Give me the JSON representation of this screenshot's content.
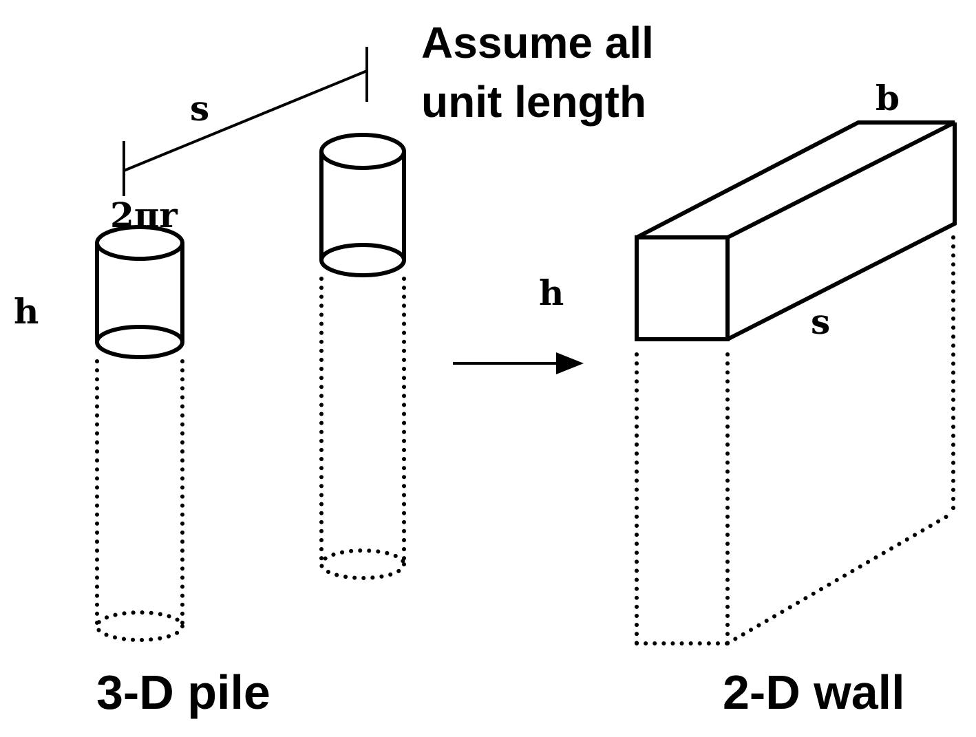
{
  "labels": {
    "assume_line1": "Assume all",
    "assume_line2": "unit length",
    "pile_spacing": "s",
    "pile_perimeter": "2πr",
    "pile_height": "h",
    "wall_height": "h",
    "wall_width": "b",
    "wall_length": "s",
    "pile_caption": "3-D pile",
    "wall_caption": "2-D wall"
  },
  "colors": {
    "stroke": "#000000",
    "background": "#ffffff"
  }
}
